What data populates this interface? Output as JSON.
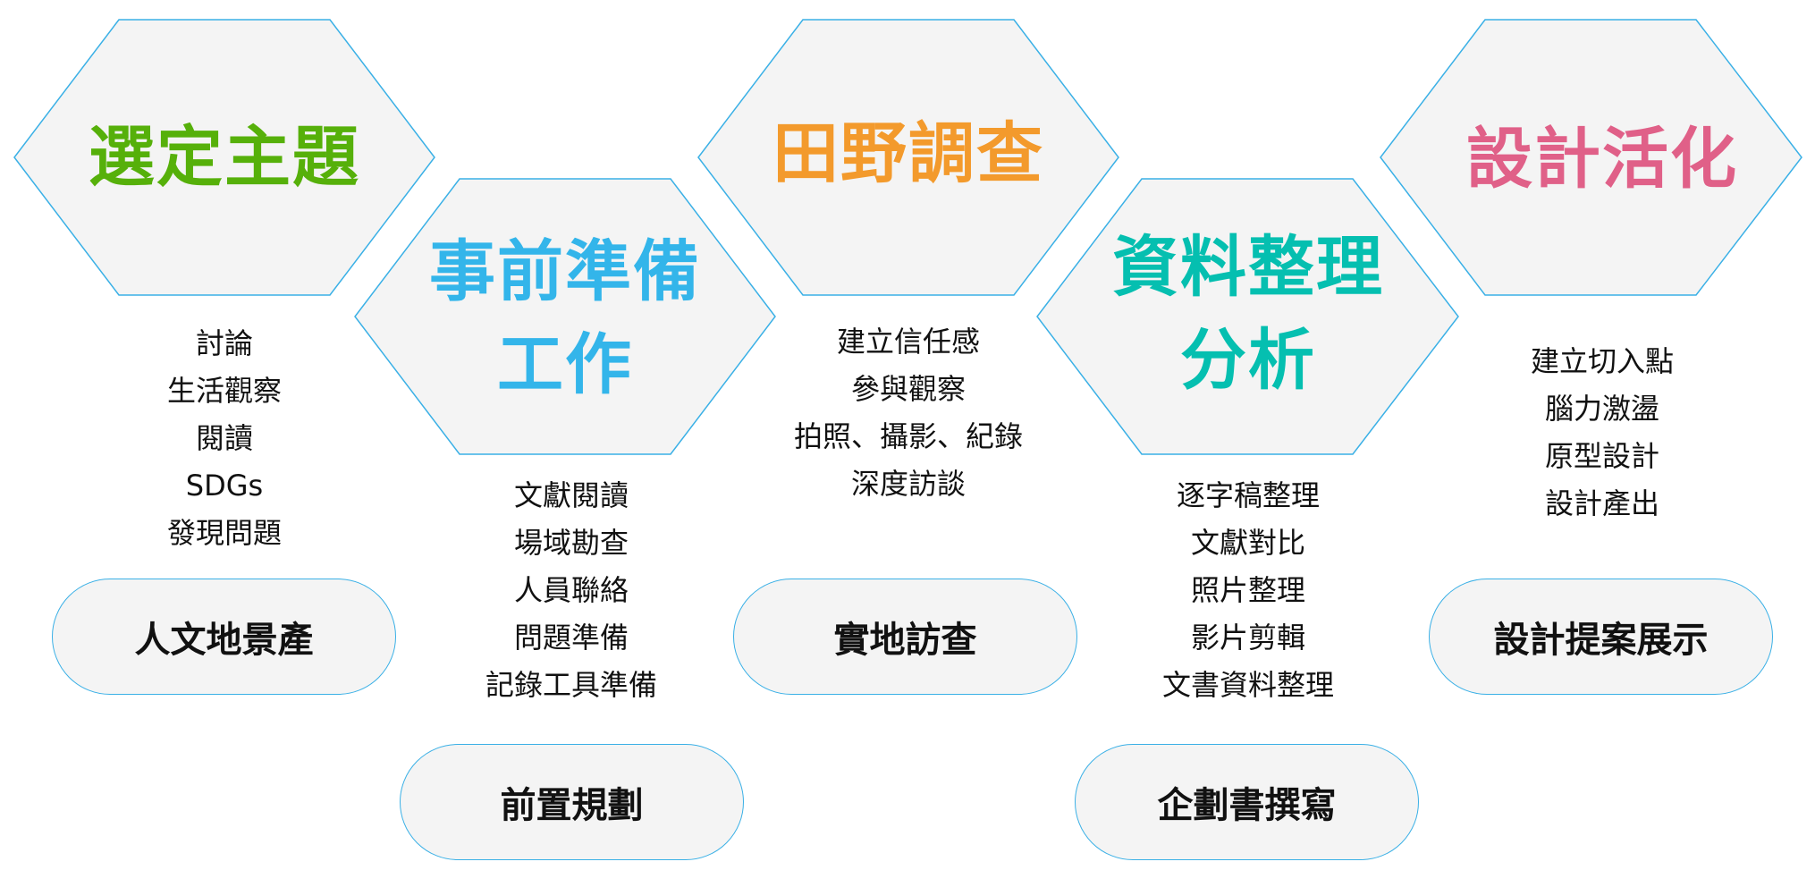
{
  "colors": {
    "stroke": "#3ab0e6",
    "fill": "#f4f4f4"
  },
  "stages": [
    {
      "title_lines": [
        "選定主題"
      ],
      "color": "#56b00a",
      "items": [
        "討論",
        "生活觀察",
        "閱讀",
        "SDGs",
        "發現問題"
      ],
      "output": "人文地景產"
    },
    {
      "title_lines": [
        "事前準備",
        "工作"
      ],
      "color": "#33b5ea",
      "items": [
        "文獻閱讀",
        "場域勘查",
        "人員聯絡",
        "問題準備",
        "記錄工具準備"
      ],
      "output": "前置規劃"
    },
    {
      "title_lines": [
        "田野調查"
      ],
      "color": "#f39a2c",
      "items": [
        "建立信任感",
        "參與觀察",
        "拍照、攝影、紀錄",
        "深度訪談"
      ],
      "output": "實地訪查"
    },
    {
      "title_lines": [
        "資料整理",
        "分析"
      ],
      "color": "#05bfb0",
      "items": [
        "逐字稿整理",
        "文獻對比",
        "照片整理",
        "影片剪輯",
        "文書資料整理"
      ],
      "output": "企劃書撰寫"
    },
    {
      "title_lines": [
        "設計活化"
      ],
      "color": "#e06088",
      "items": [
        "建立切入點",
        "腦力激盪",
        "原型設計",
        "設計產出"
      ],
      "output": "設計提案展示"
    }
  ]
}
